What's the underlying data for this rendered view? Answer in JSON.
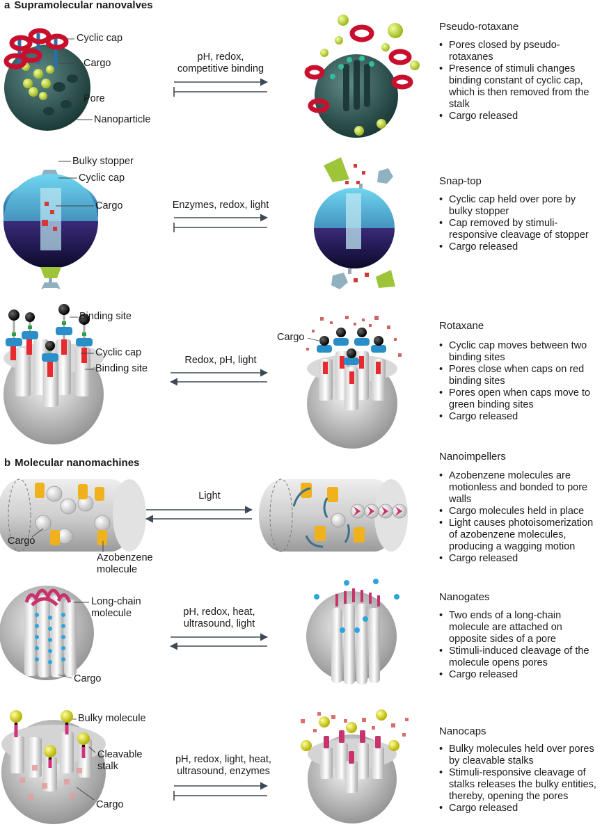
{
  "sections": [
    {
      "letter": "a",
      "title": "Supramolecular nanovalves"
    },
    {
      "letter": "b",
      "title": "Molecular nanomachines"
    }
  ],
  "panels": [
    {
      "title": "Pseudo-rotaxane",
      "bullets": [
        "Pores closed by pseudo-rotaxanes",
        "Presence of stimuli changes binding constant of cyclic cap, which is then removed from the stalk",
        "Cargo released"
      ],
      "arrow_lines": [
        "pH, redox,",
        "competitive binding"
      ],
      "labels": [
        "Cyclic cap",
        "Cargo",
        "Pore",
        "Nanoparticle"
      ]
    },
    {
      "title": "Snap-top",
      "bullets": [
        "Cyclic cap held over pore by bulky stopper",
        "Cap removed by stimuli-responsive cleavage of stopper",
        "Cargo released"
      ],
      "arrow_lines": [
        "Enzymes, redox, light"
      ],
      "labels": [
        "Bulky stopper",
        "Cyclic cap",
        "Cargo"
      ]
    },
    {
      "title": "Rotaxane",
      "bullets": [
        "Cyclic cap moves between two binding sites",
        "Pores close when caps on red binding sites",
        "Pores open when caps move to green binding sites",
        "Cargo released"
      ],
      "arrow_lines": [
        "Redox, pH, light"
      ],
      "labels": [
        "Binding site",
        "Cyclic cap",
        "Binding site",
        "Cargo"
      ]
    },
    {
      "title": "Nanoimpellers",
      "bullets": [
        "Azobenzene molecules are motionless and bonded to pore walls",
        "Cargo molecules held in place",
        "Light causes photoisomerization of azobenzene molecules, producing a wagging motion",
        "Cargo released"
      ],
      "arrow_lines": [
        "Light"
      ],
      "labels": [
        "Cargo",
        "Azobenzene",
        "molecule"
      ]
    },
    {
      "title": "Nanogates",
      "bullets": [
        "Two ends of a long-chain molecule are attached on opposite sides of a pore",
        "Stimuli-induced cleavage of the molecule opens pores",
        "Cargo released"
      ],
      "arrow_lines": [
        "pH, redox, heat,",
        "ultrasound, light"
      ],
      "labels": [
        "Long-chain",
        "molecule",
        "Cargo"
      ]
    },
    {
      "title": "Nanocaps",
      "bullets": [
        "Bulky molecules held over pores by cleavable stalks",
        "Stimuli-responsive cleavage of stalks releases the bulky entities, thereby, opening the pores",
        "Cargo released"
      ],
      "arrow_lines": [
        "pH, redox, light, heat,",
        "ultrasound, enzymes"
      ],
      "labels": [
        "Bulky molecule",
        "Cleavable",
        "stalk",
        "Cargo"
      ]
    }
  ],
  "colors": {
    "text": "#1a1a1a",
    "arrow": "#3d4a55",
    "ring": "#c8102e",
    "cargo_yellow": "#c5d933",
    "cargo_red": "#d23a3a",
    "cap_green": "#9ec43a",
    "cap_blue": "#2a8fc8",
    "azobenzene": "#f0b21c",
    "cargo_cyan": "#2aa5dd",
    "bulky_yellow": "#e8e000",
    "chain_pink": "#c8336e"
  }
}
